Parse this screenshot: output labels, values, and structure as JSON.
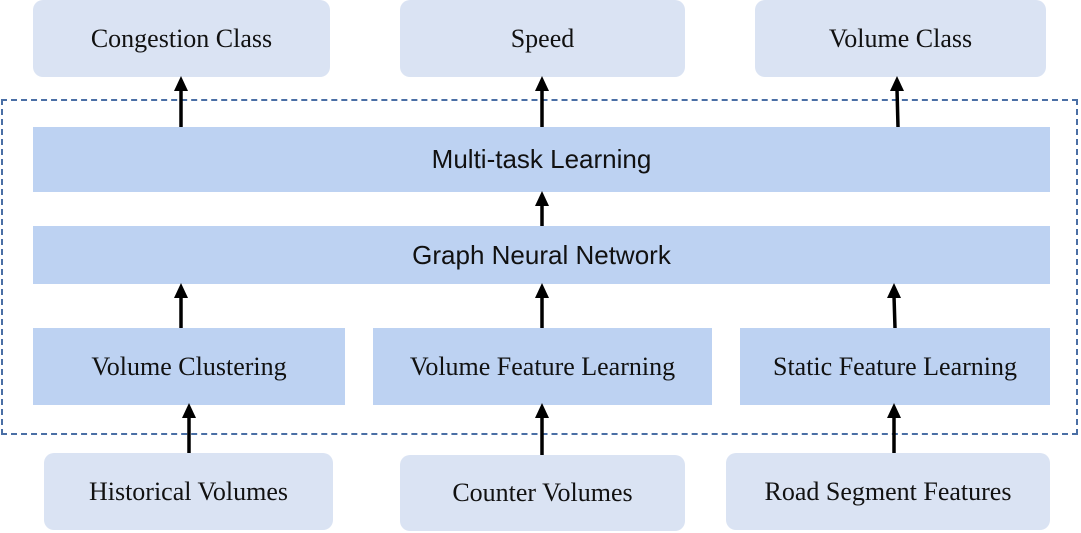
{
  "outputs": {
    "congestion_class": "Congestion Class",
    "speed": "Speed",
    "volume_class": "Volume Class"
  },
  "layers": {
    "multi_task": "Multi-task Learning",
    "gnn": "Graph Neural Network"
  },
  "modules": {
    "volume_clustering": "Volume Clustering",
    "volume_feature_learning": "Volume Feature Learning",
    "static_feature_learning": "Static Feature Learning"
  },
  "inputs": {
    "historical_volumes": "Historical Volumes",
    "counter_volumes": "Counter Volumes",
    "road_segment_features": "Road Segment Features"
  },
  "colors": {
    "io_box": "#dae3f3",
    "module_box": "#bdd2f2",
    "frame_dash": "#4a6fa5",
    "arrow": "#000000"
  }
}
